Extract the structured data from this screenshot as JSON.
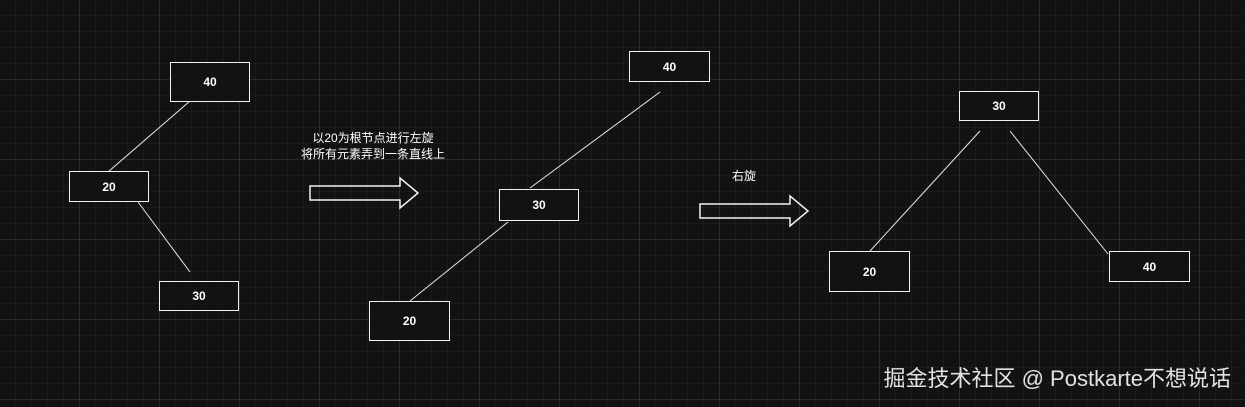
{
  "diagram": {
    "tree_before": {
      "nodes": {
        "top": "40",
        "middle": "20",
        "bottom": "30"
      }
    },
    "tree_straight": {
      "nodes": {
        "top": "40",
        "middle": "30",
        "bottom": "20"
      }
    },
    "tree_after": {
      "nodes": {
        "root": "30",
        "left": "20",
        "right": "40"
      }
    },
    "step1": {
      "caption_line1": "以20为根节点进行左旋",
      "caption_line2": "将所有元素弄到一条直线上"
    },
    "step2": {
      "caption": "右旋"
    },
    "colors": {
      "background": "#121212",
      "stroke": "#f2f2f2",
      "text": "#ffffff"
    }
  },
  "watermark": "掘金技术社区 @ Postkarte不想说话"
}
